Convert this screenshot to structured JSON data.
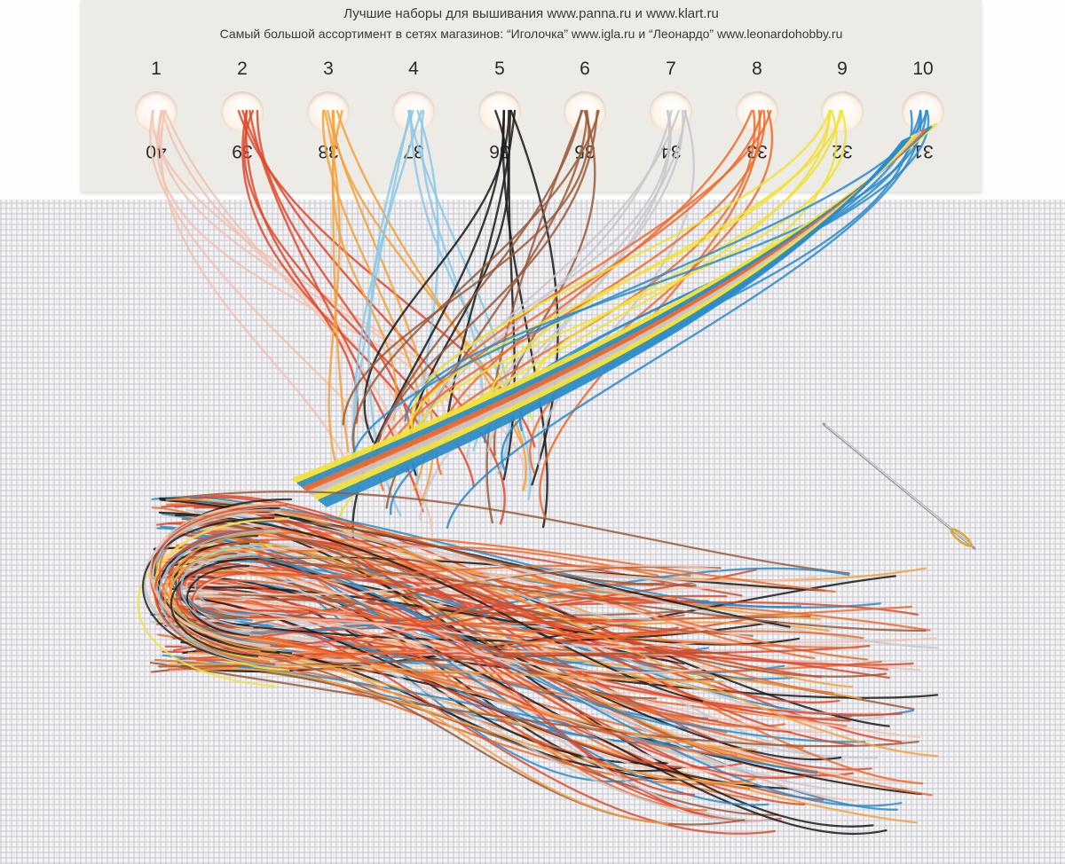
{
  "card": {
    "line1": "Лучшие наборы для вышивания www.panna.ru и www.klart.ru",
    "line2": "Самый большой ассортимент в сетях магазинов: “Иголочка” www.igla.ru и “Леонардо” www.leonardohobby.ru",
    "slots": [
      {
        "top": "1",
        "bottom": "40"
      },
      {
        "top": "2",
        "bottom": "39"
      },
      {
        "top": "3",
        "bottom": "38"
      },
      {
        "top": "4",
        "bottom": "37"
      },
      {
        "top": "5",
        "bottom": "36"
      },
      {
        "top": "6",
        "bottom": "35"
      },
      {
        "top": "7",
        "bottom": "34"
      },
      {
        "top": "8",
        "bottom": "33"
      },
      {
        "top": "9",
        "bottom": "32"
      },
      {
        "top": "10",
        "bottom": "31"
      }
    ]
  },
  "threads": {
    "colors": [
      "#f2c3b0",
      "#e0482a",
      "#f4a13a",
      "#8cc8e6",
      "#1a1a1a",
      "#9a5a3a",
      "#c8c8cc",
      "#f06a2a",
      "#f2e233",
      "#2a8ccc"
    ]
  },
  "objects": {
    "fabric": "aida-canvas",
    "needle": "needle-icon"
  }
}
